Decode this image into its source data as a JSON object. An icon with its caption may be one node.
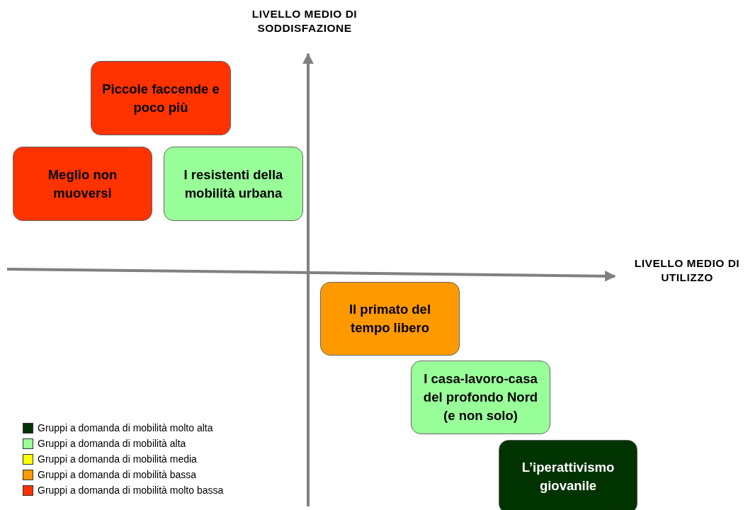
{
  "diagram": {
    "nodes": [
      {
        "text": [
          "Piccole faccende e poco più"
        ]
      },
      {
        "text": [
          "Meglio non muoversi"
        ]
      },
      {
        "text": [
          "I resistenti della mobilità urbana"
        ]
      },
      {
        "text": [
          "Il primato del tempo libero"
        ]
      },
      {
        "text": [
          "I casa-lavoro-casa del profondo Nord (e non solo)"
        ]
      },
      {
        "text": [
          "L’iperattivismo giovanile"
        ]
      }
    ],
    "edges": [],
    "labels": [
      "LIVELLO MEDIO DI SODDISFAZIONE",
      "LIVELLO MEDIO DI UTILIZZO"
    ],
    "legend": [
      {
        "text": "Gruppi a domanda di mobilità molto alta",
        "color": "#003300"
      },
      {
        "text": "Gruppi a domanda di mobilità alta",
        "color": "#99ff99"
      },
      {
        "text": "Gruppi a domanda di mobilità media",
        "color": "#ffff00"
      },
      {
        "text": "Gruppi a domanda di mobilità bassa",
        "color": "#ff9900"
      },
      {
        "text": "Gruppi a domanda di mobilità molto bassa",
        "color": "#ff3300"
      }
    ]
  }
}
